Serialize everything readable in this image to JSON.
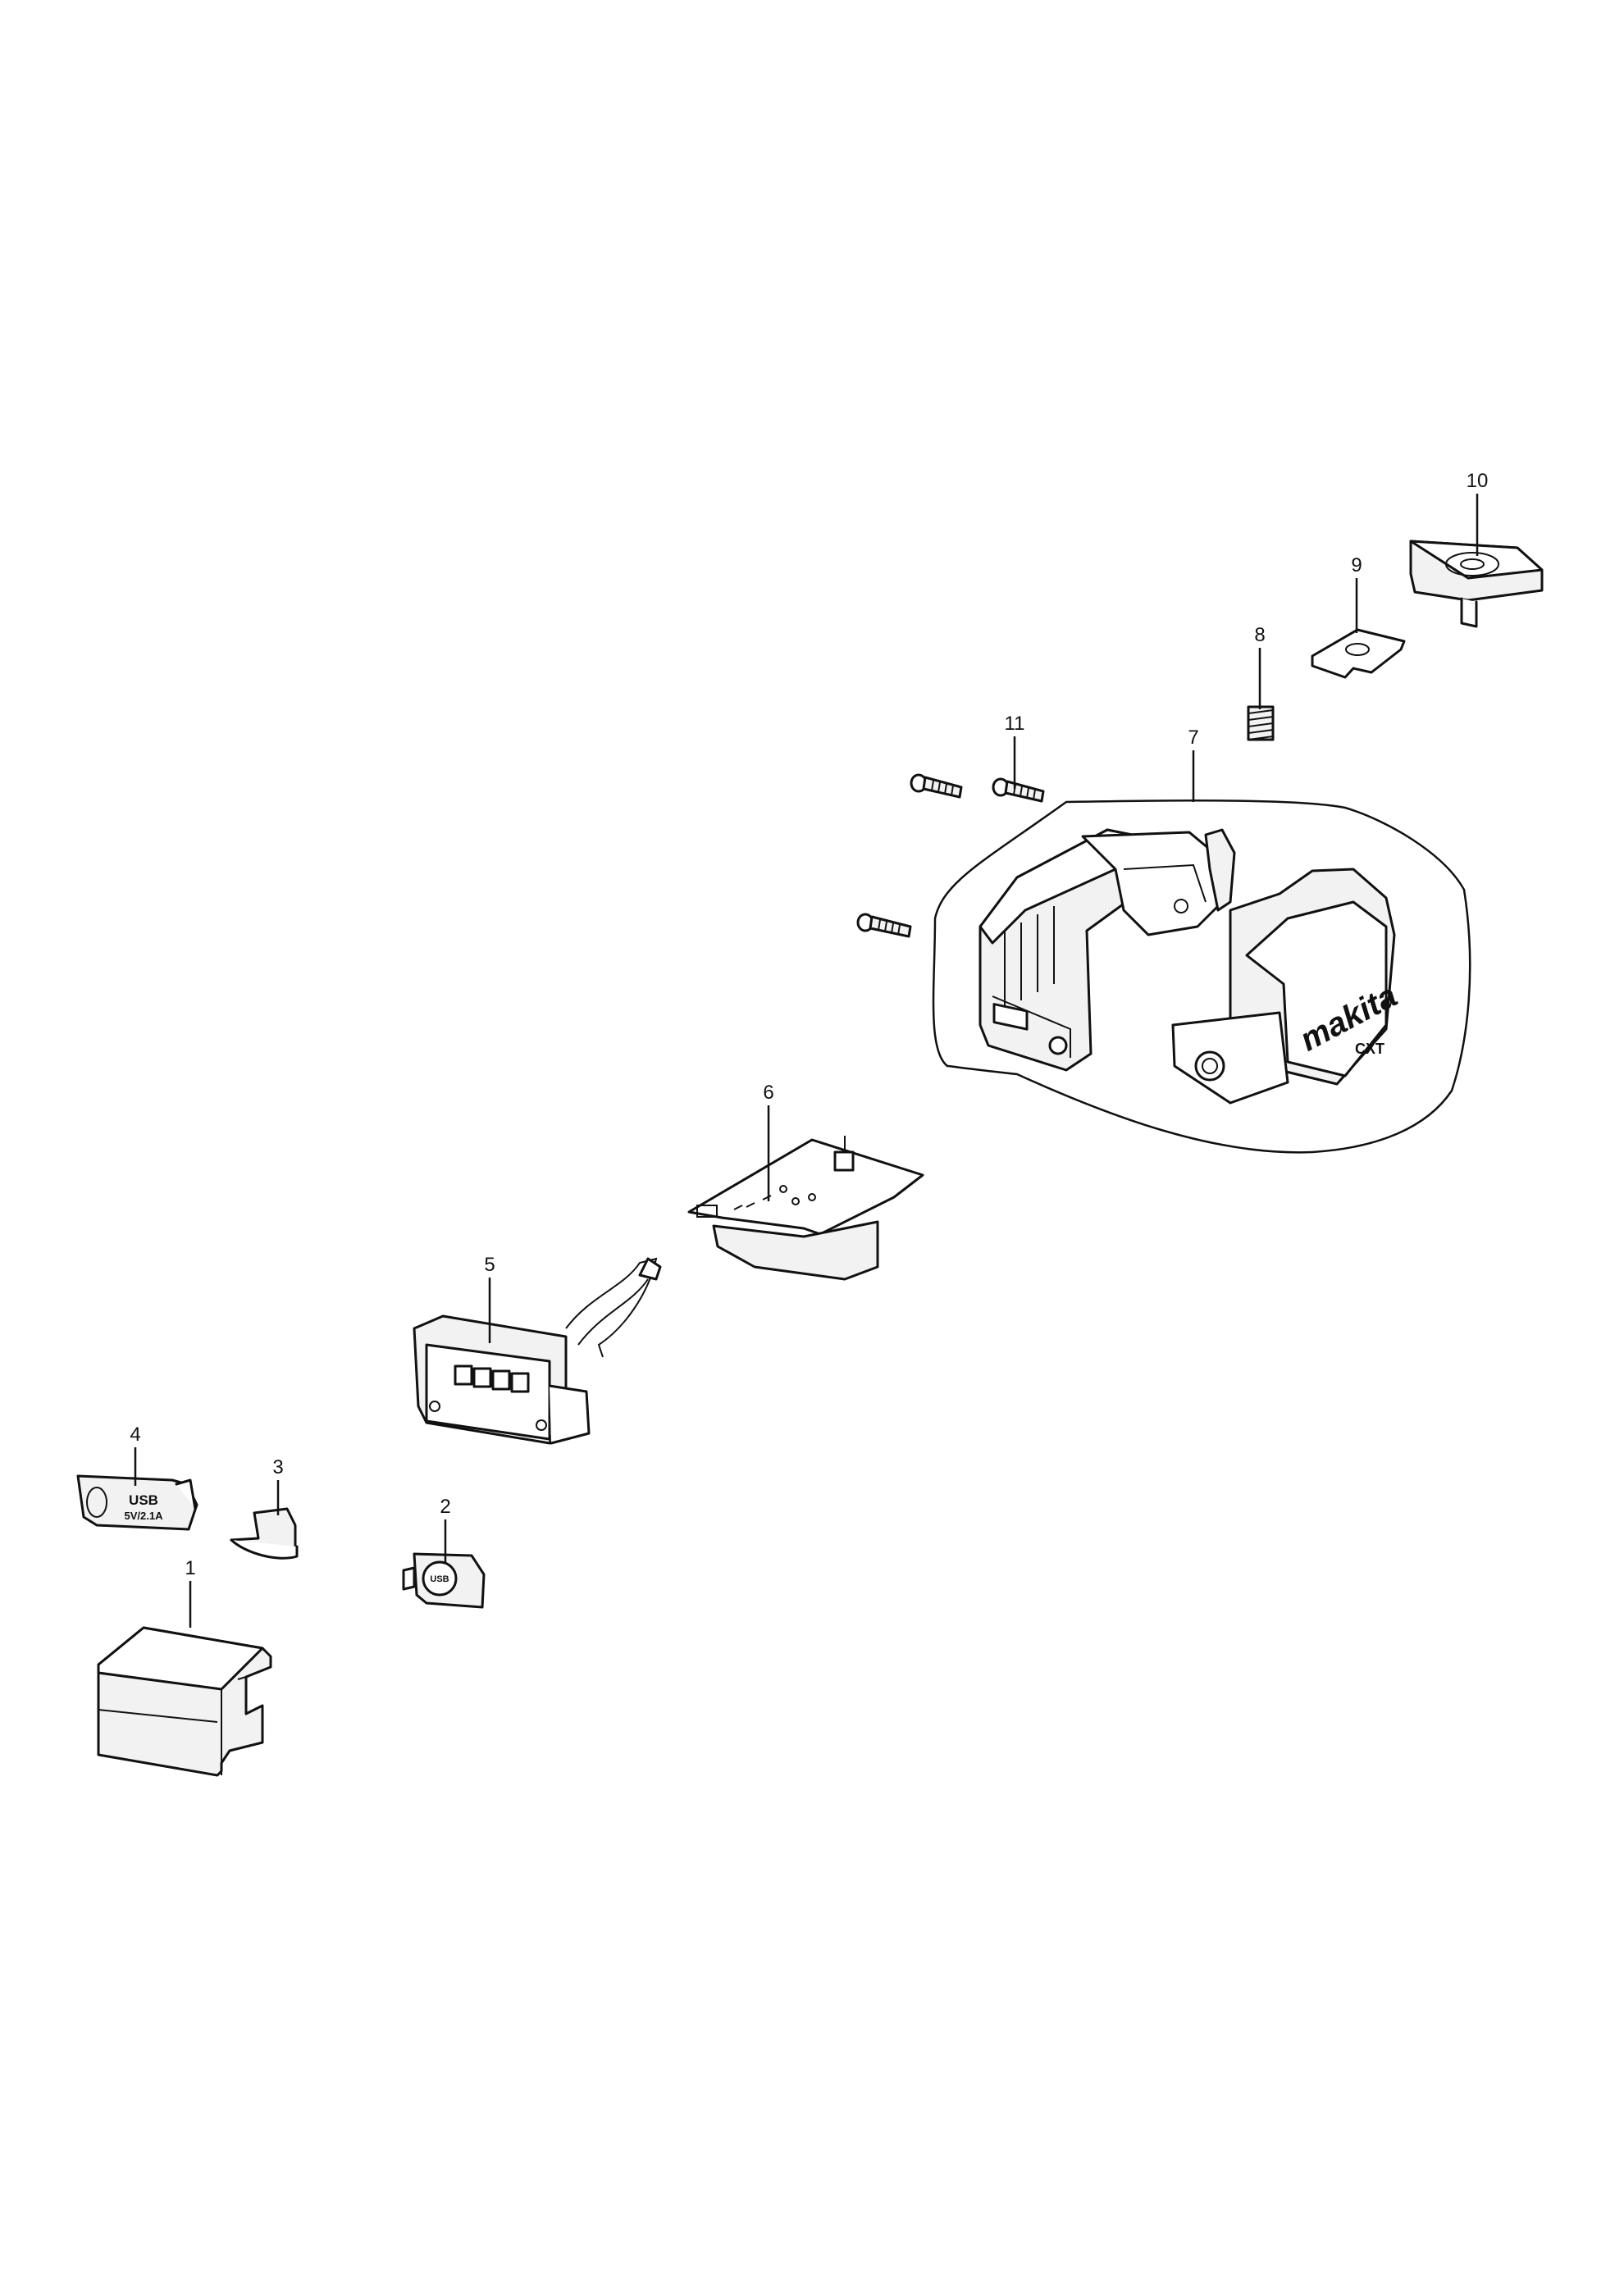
{
  "callouts": [
    "1",
    "2",
    "3",
    "4",
    "5",
    "6",
    "7",
    "8",
    "9",
    "10",
    "11"
  ],
  "engravings": {
    "usb_cap_text_line1": "USB",
    "usb_cap_text_line2": "5V/2.1A",
    "usb_port_text": "USB",
    "housing_brand": "makita",
    "housing_badge": "CXT"
  },
  "colors": {
    "line": "#111111",
    "background": "#ffffff",
    "fill": "#f2f2f2"
  }
}
